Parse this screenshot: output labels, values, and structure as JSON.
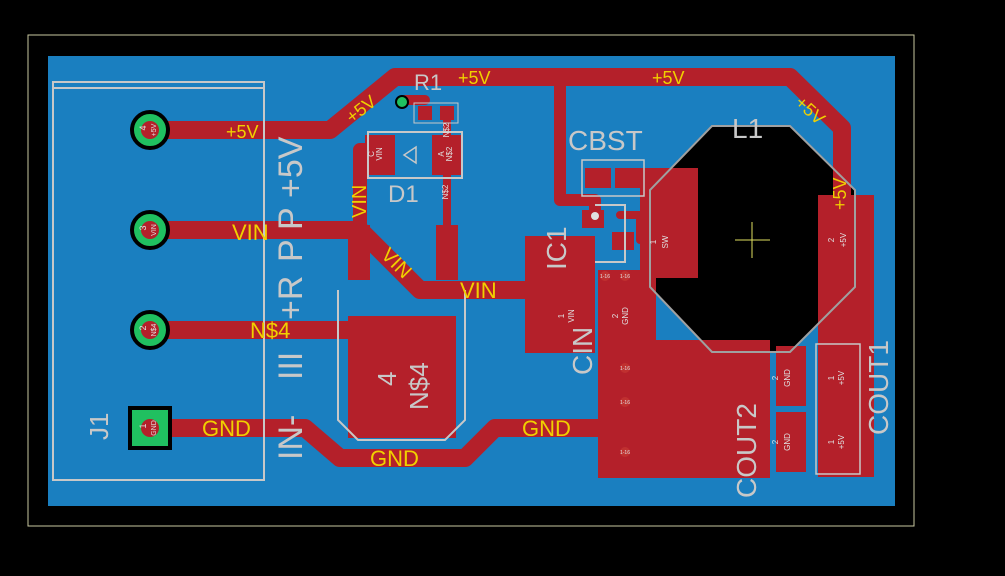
{
  "board": {
    "colors": {
      "background": "#000000",
      "outline": "#c8c8a0",
      "copper_bottom": "#1a7fc0",
      "copper_top": "#b4202a",
      "silk": "#c8c8c8",
      "label": "#f0d000",
      "pad_ring": "#20c060",
      "inductor": "#000000"
    }
  },
  "connector": {
    "name": "J1",
    "pin_labels": [
      "IN-",
      "III",
      "+R",
      "P",
      "P",
      "+5V"
    ],
    "pins": [
      {
        "number": "4",
        "net": "+5V"
      },
      {
        "number": "3",
        "net": "VIN"
      },
      {
        "number": "2",
        "net": "N$4"
      },
      {
        "number": "1",
        "net": "GND"
      }
    ]
  },
  "components": {
    "r1": "R1",
    "d1": "D1",
    "d1_pad_c": "C",
    "d1_pad_c_net": "VIN",
    "d1_pad_a": "A",
    "d1_pad_a_net": "N$2",
    "cbst": "CBST",
    "l1": "L1",
    "ic1": "IC1",
    "cin": "CIN",
    "cout1": "COUT1",
    "cout2": "COUT2",
    "big_pad_number": "4",
    "big_pad_net": "N$4",
    "l1_pad1_num": "1",
    "l1_pad1_net": "SW",
    "l1_pad2_num": "2",
    "l1_pad2_net": "+5V",
    "cin_pad1_num": "1",
    "cin_pad1_net": "VIN",
    "cin_pad2_num": "2",
    "cin_pad2_net": "GND",
    "cout_pad_gnd_num": "2",
    "cout_pad_gnd_net": "GND",
    "cout_pad_5v_num": "1",
    "cout_pad_5v_net": "+5V",
    "r1_pad_net": "N$2"
  },
  "nets": {
    "p5v": "+5V",
    "vin": "VIN",
    "n4": "N$4",
    "gnd": "GND"
  },
  "via_label": "1-16"
}
